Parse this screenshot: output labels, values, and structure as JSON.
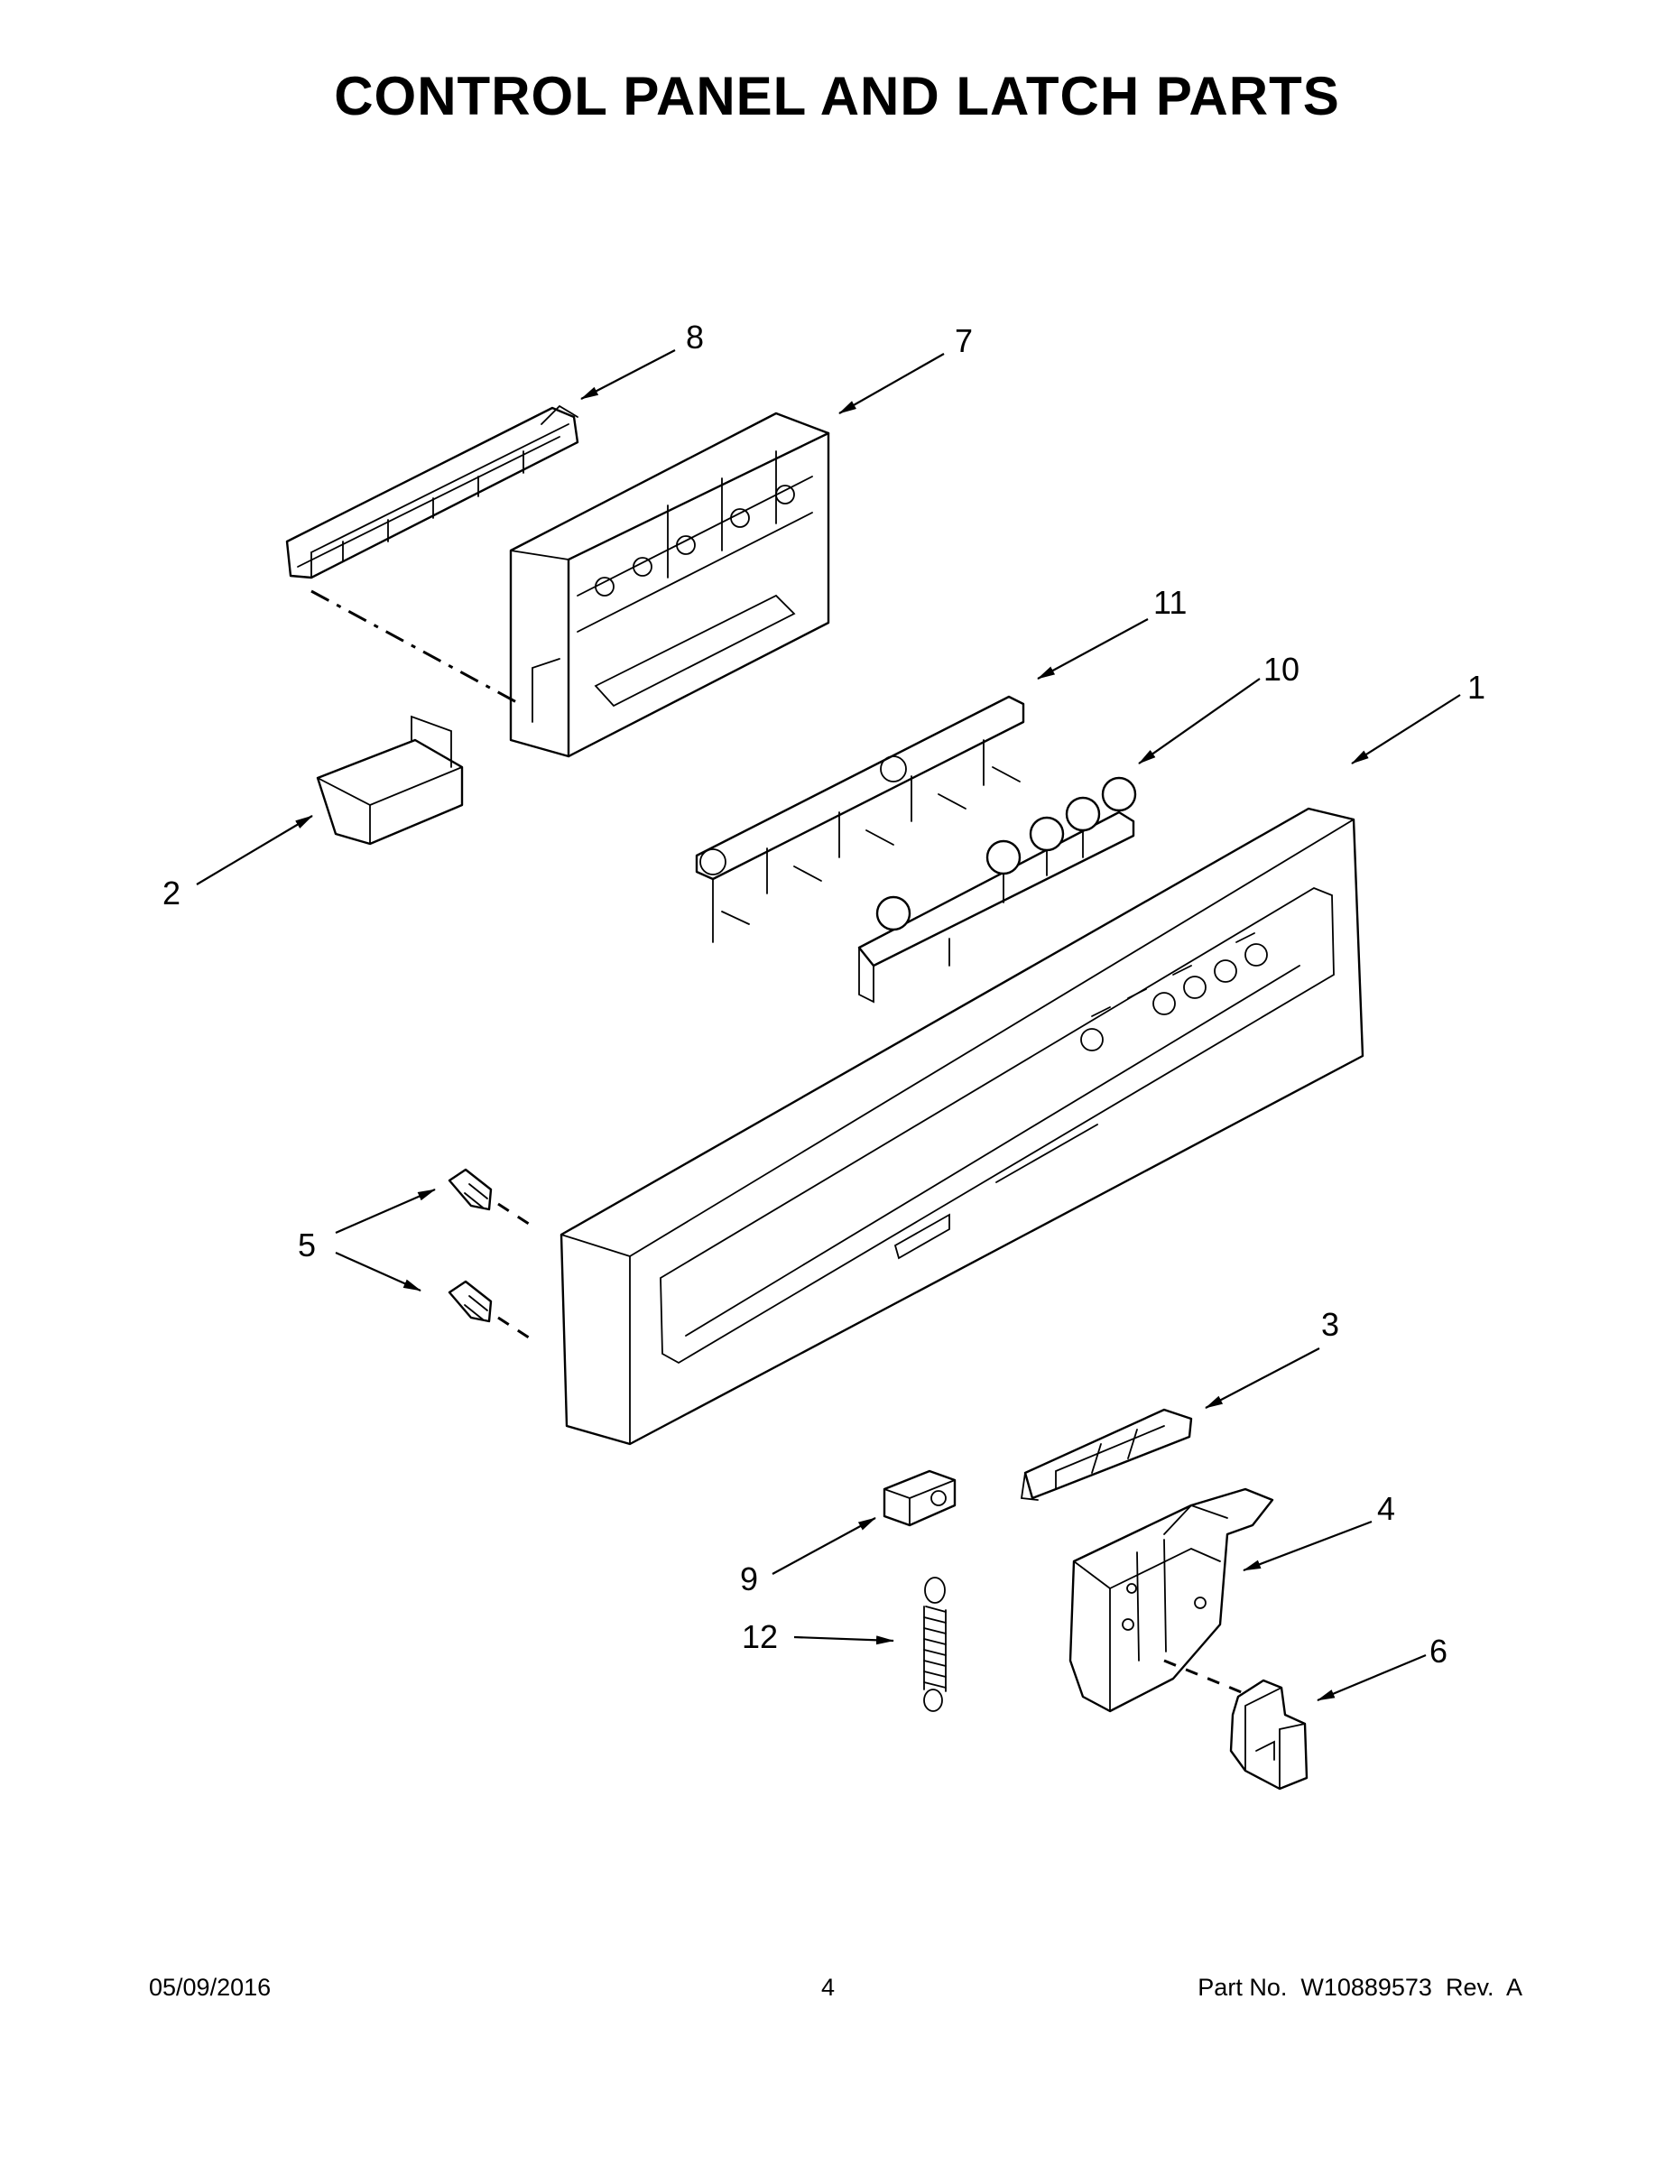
{
  "title": "CONTROL PANEL AND LATCH PARTS",
  "callouts": {
    "c1": "1",
    "c2": "2",
    "c3": "3",
    "c4": "4",
    "c5": "5",
    "c6": "6",
    "c7": "7",
    "c8": "8",
    "c9": "9",
    "c10": "10",
    "c11": "11",
    "c12": "12"
  },
  "footer": {
    "date": "05/09/2016",
    "page": "4",
    "part": "Part No.  W10889573  Rev.  A"
  }
}
